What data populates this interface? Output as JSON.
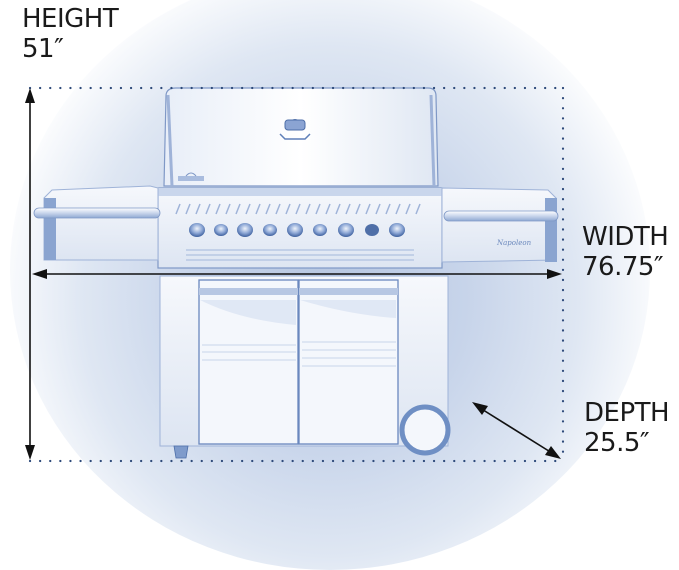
{
  "diagram": {
    "subject": "Gas grill dimension diagram",
    "dimensions": {
      "height": {
        "title": "HEIGHT",
        "value": "51″"
      },
      "width": {
        "title": "WIDTH",
        "value": "76.75″"
      },
      "depth": {
        "title": "DEPTH",
        "value": "25.5″"
      }
    },
    "grill": {
      "burner_knobs": 9,
      "doors": 2,
      "side_shelves": 2,
      "wheels": 1,
      "caster": 1
    },
    "colors": {
      "tint": "#6f8fc4",
      "glow": "#c2d0e8",
      "line": "#111111",
      "dots": "#2e4a7a",
      "text": "#1a1a1a"
    }
  }
}
